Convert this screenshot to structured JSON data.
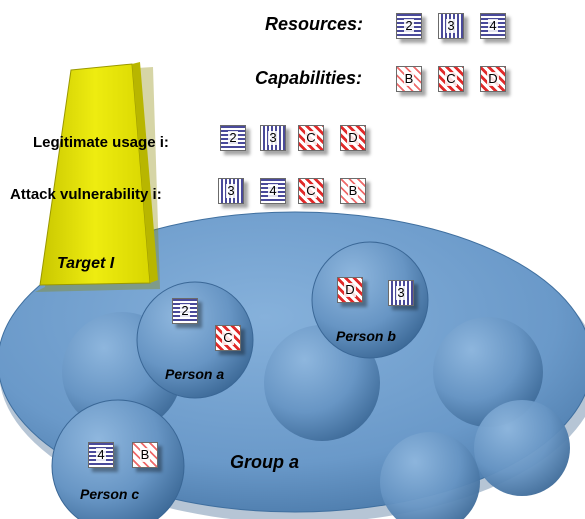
{
  "colors": {
    "blob": "#6f9fcf",
    "blob_dark": "#3f6f9f",
    "target": "#e3e100",
    "resource_stripe": "#4a4a9a",
    "capability_stripe": "#e02a2a"
  },
  "legend": {
    "resources_label": "Resources:",
    "capabilities_label": "Capabilities:",
    "resources": [
      "2",
      "3",
      "4"
    ],
    "capabilities": [
      "B",
      "C",
      "D"
    ]
  },
  "rows": {
    "legitimate_label": "Legitimate usage i:",
    "legitimate": [
      "2",
      "3",
      "C",
      "D"
    ],
    "attack_label": "Attack vulnerability i:",
    "attack": [
      "3",
      "4",
      "C",
      "B"
    ]
  },
  "target_label": "Target I",
  "group_label": "Group a",
  "persons": {
    "a": {
      "label": "Person a",
      "tiles": [
        "2",
        "C"
      ]
    },
    "b": {
      "label": "Person b",
      "tiles": [
        "D",
        "3"
      ]
    },
    "c": {
      "label": "Person c",
      "tiles": [
        "4",
        "B"
      ]
    }
  }
}
